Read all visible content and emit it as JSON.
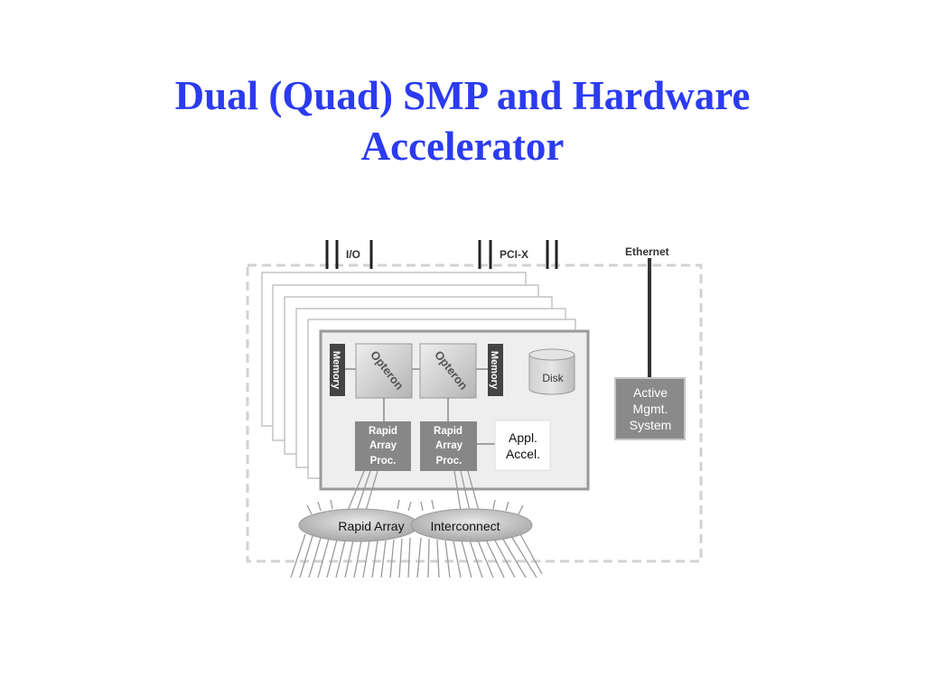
{
  "slide": {
    "title_line1": "Dual (Quad) SMP and Hardware",
    "title_line2": "Accelerator"
  },
  "diagram": {
    "io_label": "I/O",
    "pcix_label": "PCI-X",
    "ethernet_label": "Ethernet",
    "memory_label": "Memory",
    "opteron_label": "Opteron",
    "disk_label": "Disk",
    "rap_line1": "Rapid",
    "rap_line2": "Array",
    "rap_line3": "Proc.",
    "accel_line1": "Appl.",
    "accel_line2": "Accel.",
    "mgmt_line1": "Active",
    "mgmt_line2": "Mgmt.",
    "mgmt_line3": "System",
    "interconnect_left": "Rapid Array",
    "interconnect_right": "Interconnect"
  }
}
